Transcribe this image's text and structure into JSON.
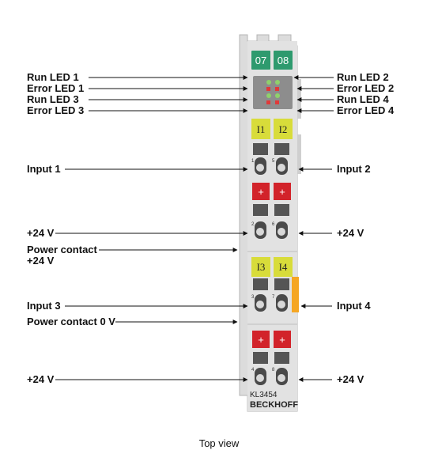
{
  "caption": "Top view",
  "module": {
    "model": "KL3454",
    "brand": "BECKHOFF",
    "top_labels": [
      "07",
      "08"
    ],
    "channel_labels_upper": [
      "I1",
      "I2"
    ],
    "channel_labels_lower": [
      "I3",
      "I4"
    ],
    "plus_symbol": "+",
    "terminal_numbers": [
      "1",
      "5",
      "2",
      "6",
      "3",
      "7",
      "4",
      "8"
    ],
    "colors": {
      "housing": "#dcdcdc",
      "green_label": "#2e9a6e",
      "yellow_label": "#d8dc3a",
      "red_marker": "#d2232a",
      "orange_tab": "#f5a623",
      "led_green": "#8fd16b",
      "led_red": "#e03a3a"
    }
  },
  "labels_left": [
    {
      "key": "run1",
      "text": "Run LED 1"
    },
    {
      "key": "err1",
      "text": "Error LED 1"
    },
    {
      "key": "run3",
      "text": "Run LED 3"
    },
    {
      "key": "err3",
      "text": "Error LED 3"
    },
    {
      "key": "in1",
      "text": "Input 1"
    },
    {
      "key": "p24a",
      "text": "+24 V"
    },
    {
      "key": "pc24a",
      "text": "Power contact"
    },
    {
      "key": "pc24b",
      "text": "+24 V"
    },
    {
      "key": "in3",
      "text": "Input 3"
    },
    {
      "key": "pc0",
      "text": "Power contact 0 V"
    },
    {
      "key": "p24b",
      "text": "+24 V"
    }
  ],
  "labels_right": [
    {
      "key": "run2",
      "text": "Run LED 2"
    },
    {
      "key": "err2",
      "text": "Error LED 2"
    },
    {
      "key": "run4",
      "text": "Run LED 4"
    },
    {
      "key": "err4",
      "text": "Error LED 4"
    },
    {
      "key": "in2",
      "text": "Input 2"
    },
    {
      "key": "p24r1",
      "text": "+24 V"
    },
    {
      "key": "in4",
      "text": "Input 4"
    },
    {
      "key": "p24r2",
      "text": "+24 V"
    }
  ]
}
